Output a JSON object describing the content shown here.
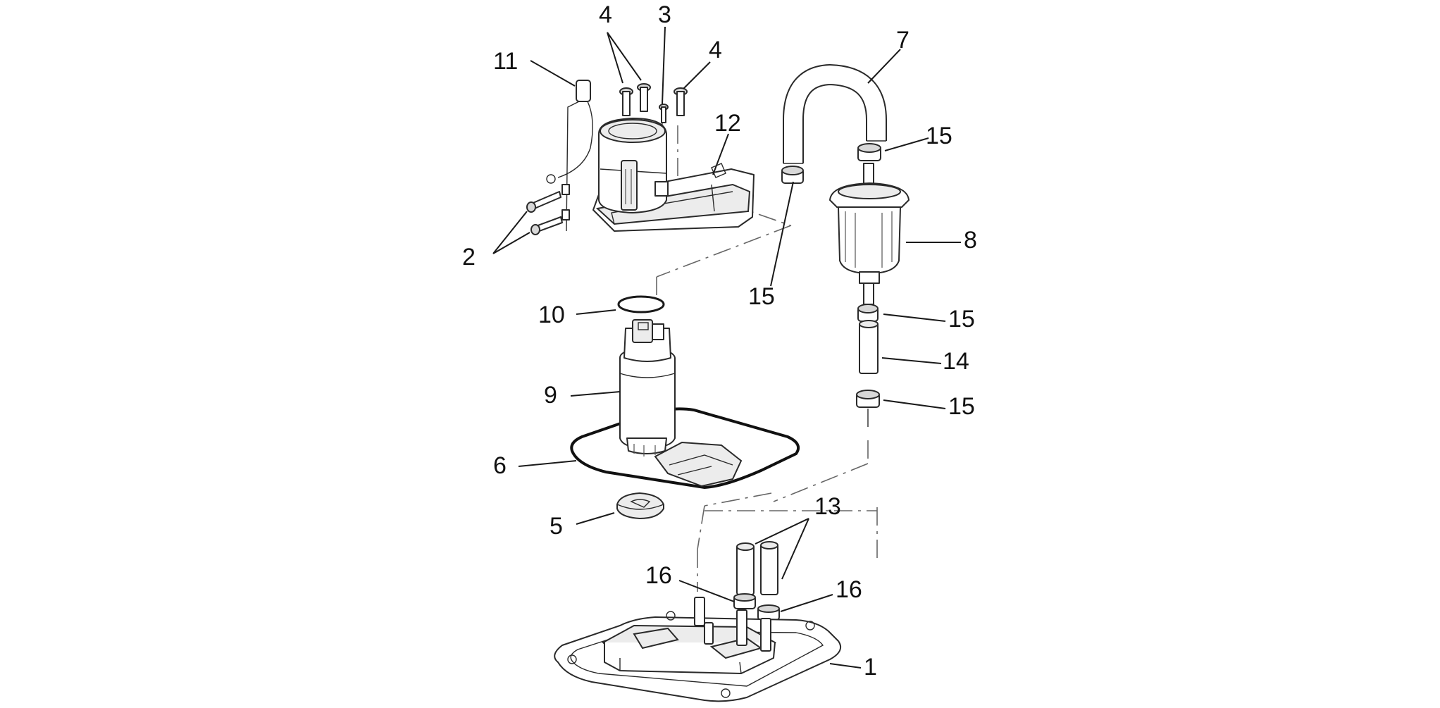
{
  "diagram": {
    "callouts": [
      {
        "id": "c1",
        "label": "1"
      },
      {
        "id": "c2",
        "label": "2"
      },
      {
        "id": "c3",
        "label": "3"
      },
      {
        "id": "c4a",
        "label": "4"
      },
      {
        "id": "c4b",
        "label": "4"
      },
      {
        "id": "c5",
        "label": "5"
      },
      {
        "id": "c6",
        "label": "6"
      },
      {
        "id": "c7",
        "label": "7"
      },
      {
        "id": "c8",
        "label": "8"
      },
      {
        "id": "c9",
        "label": "9"
      },
      {
        "id": "c10",
        "label": "10"
      },
      {
        "id": "c11",
        "label": "11"
      },
      {
        "id": "c12",
        "label": "12"
      },
      {
        "id": "c13",
        "label": "13"
      },
      {
        "id": "c14",
        "label": "14"
      },
      {
        "id": "c15a",
        "label": "15"
      },
      {
        "id": "c15b",
        "label": "15"
      },
      {
        "id": "c15c",
        "label": "15"
      },
      {
        "id": "c15d",
        "label": "15"
      },
      {
        "id": "c16a",
        "label": "16"
      },
      {
        "id": "c16b",
        "label": "16"
      }
    ]
  }
}
